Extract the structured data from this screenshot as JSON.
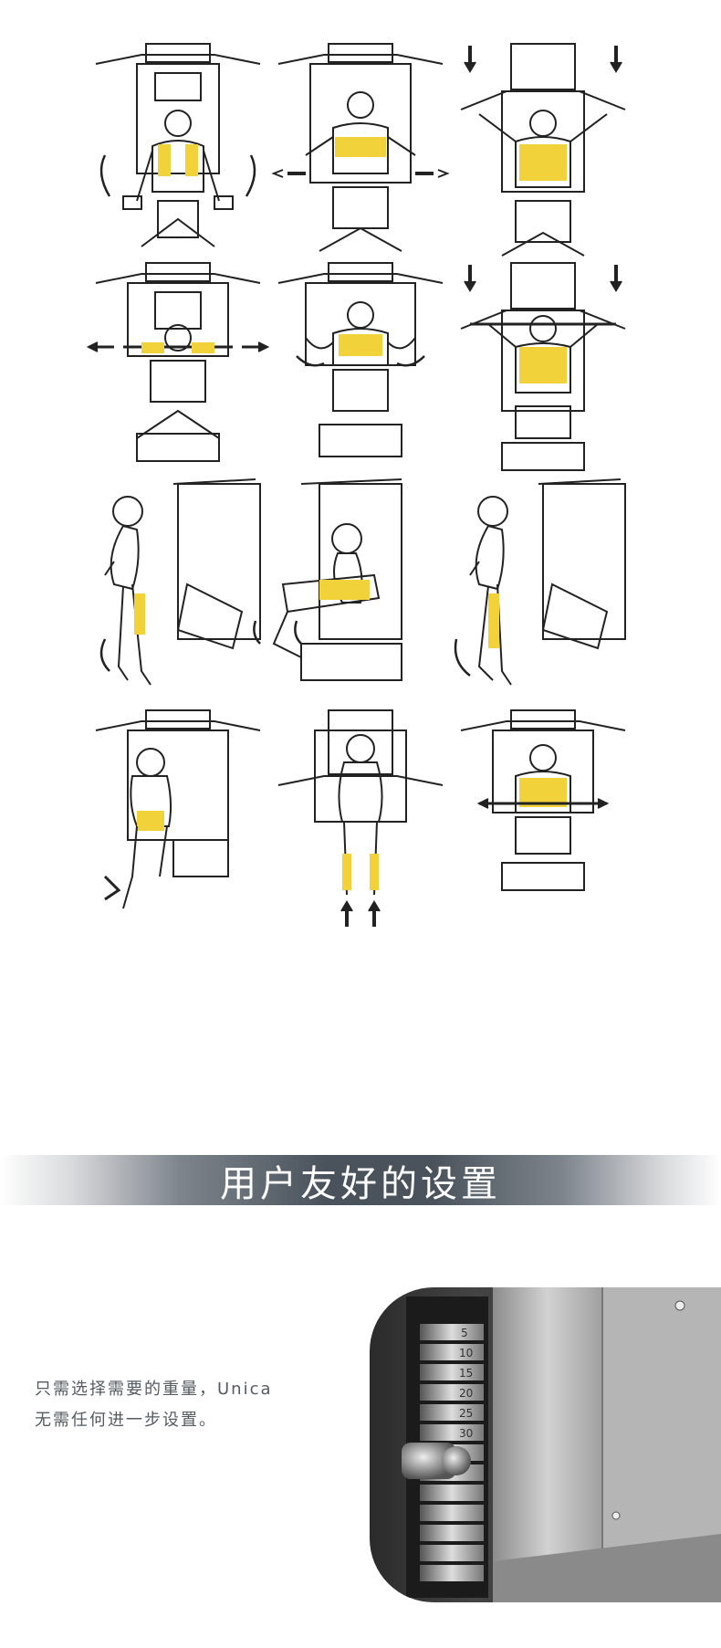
{
  "exercises": [
    {
      "id": "lat-pulldown-front",
      "row": 0,
      "col": 0
    },
    {
      "id": "chest-press",
      "row": 0,
      "col": 1
    },
    {
      "id": "shoulder-press",
      "row": 0,
      "col": 2
    },
    {
      "id": "lateral-raise",
      "row": 1,
      "col": 0
    },
    {
      "id": "pec-fly",
      "row": 1,
      "col": 1
    },
    {
      "id": "overhead-press",
      "row": 1,
      "col": 2
    },
    {
      "id": "standing-leg-curl",
      "row": 2,
      "col": 0
    },
    {
      "id": "seated-leg-extension",
      "row": 2,
      "col": 1
    },
    {
      "id": "standing-hip-flexion",
      "row": 2,
      "col": 2
    },
    {
      "id": "glute-kickback",
      "row": 3,
      "col": 0
    },
    {
      "id": "calf-raise",
      "row": 3,
      "col": 1
    },
    {
      "id": "seated-row",
      "row": 3,
      "col": 2
    }
  ],
  "highlight_color": "#f2d23a",
  "line_color": "#222222",
  "banner": {
    "title": "用户友好的设置"
  },
  "description": {
    "line1": "只需选择需要的重量，Unica",
    "line2": "无需任何进一步设置。"
  },
  "weight_stack": {
    "labels": [
      "5",
      "10",
      "15",
      "20",
      "25",
      "30"
    ]
  }
}
